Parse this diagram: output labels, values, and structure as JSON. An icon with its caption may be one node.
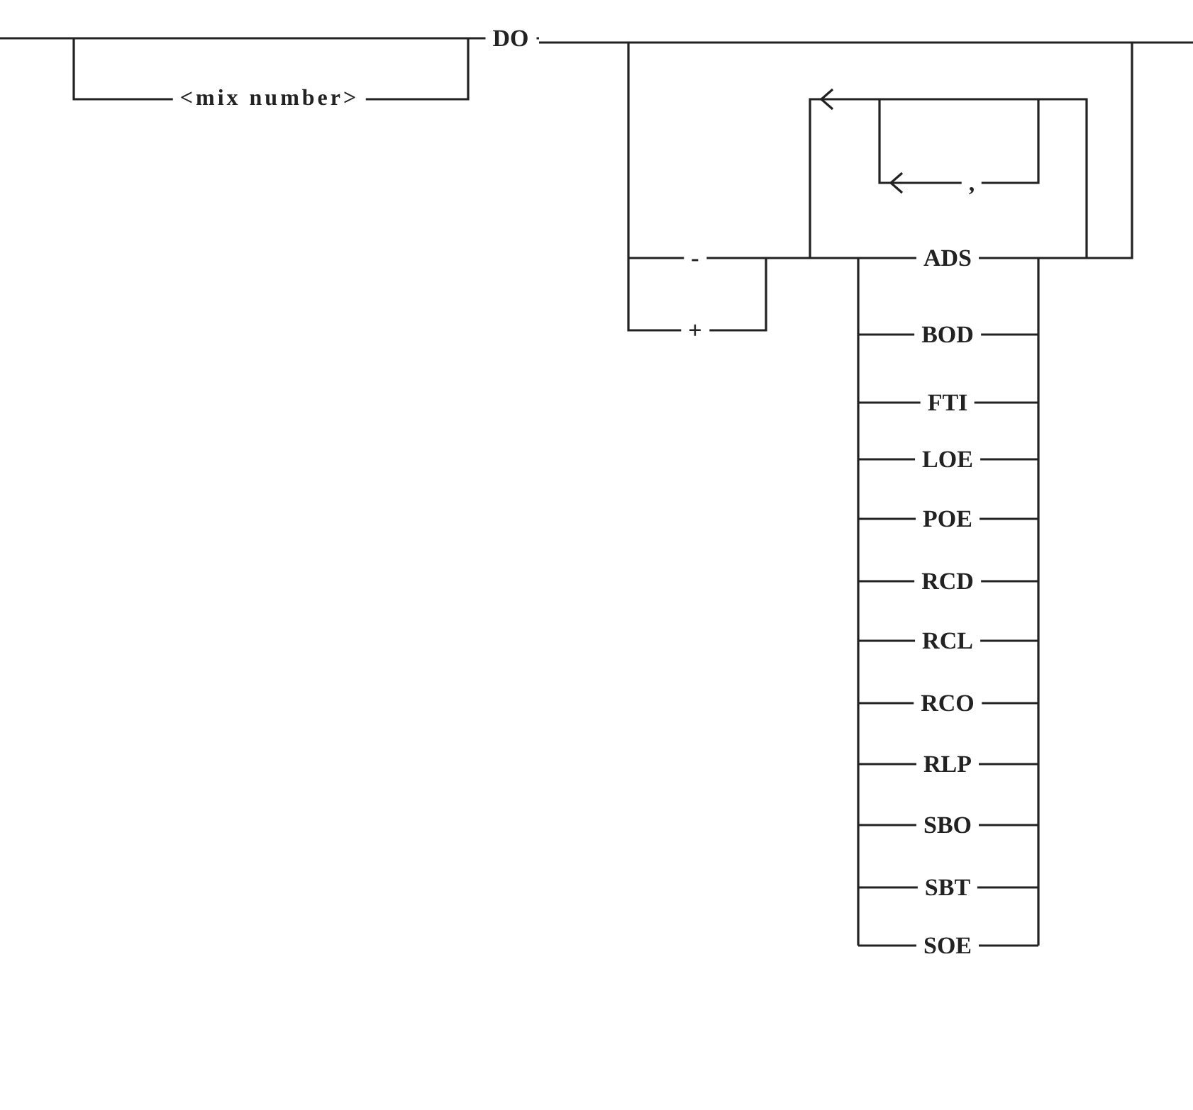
{
  "diagram": {
    "labels": [
      "DO",
      "<mix number>",
      ",",
      "-",
      "ADS",
      "+",
      "BOD",
      "FTI",
      "LOE",
      "POE",
      "RCD",
      "RCL",
      "RCO",
      "RLP",
      "SBO",
      "SBT",
      "SOE"
    ]
  }
}
